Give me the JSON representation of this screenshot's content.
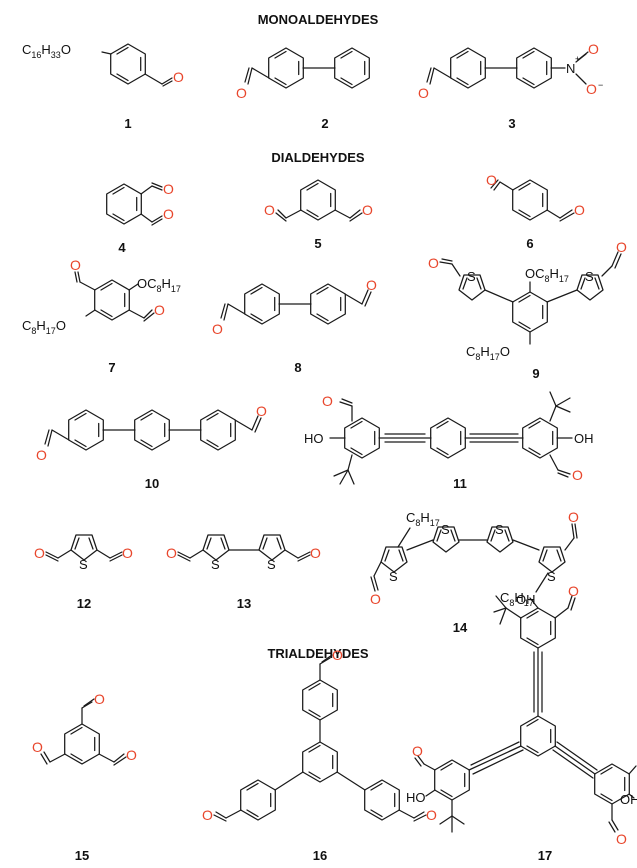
{
  "sections": {
    "mono": "MONOALDEHYDES",
    "di": "DIALDEHYDES",
    "tri": "TRIALDEHYDES"
  },
  "compounds": [
    "1",
    "2",
    "3",
    "4",
    "5",
    "6",
    "7",
    "8",
    "9",
    "10",
    "11",
    "12",
    "13",
    "14",
    "15",
    "16",
    "17"
  ],
  "labels": {
    "c16_main": "C",
    "c16_sub1": "16",
    "c16_h": "H",
    "c16_sub2": "33",
    "c16_o": "O",
    "oc8": "OC",
    "c8": "C",
    "h17": "H",
    "sub8": "8",
    "sub17": "17",
    "o": "O",
    "n": "N",
    "s": "S",
    "ho": "HO",
    "oh": "OH",
    "plus": "+",
    "minus": "−"
  }
}
